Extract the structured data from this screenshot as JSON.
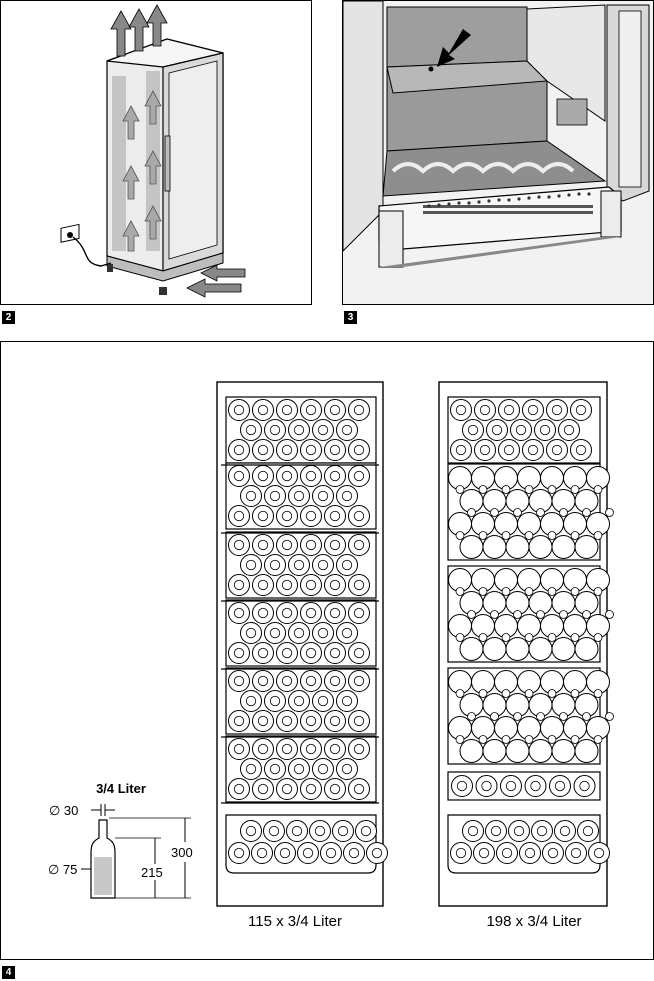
{
  "figures": [
    {
      "number": "2"
    },
    {
      "number": "3"
    },
    {
      "number": "4"
    }
  ],
  "bottle": {
    "title": "3/4 Liter",
    "neck_diameter": "∅ 30",
    "body_diameter": "∅ 75",
    "body_height": "215",
    "total_height": "300"
  },
  "configs": [
    {
      "caption": "115 x 3/4 Liter",
      "style": "small-racks"
    },
    {
      "caption": "198 x 3/4 Liter",
      "style": "mixed-racks"
    }
  ]
}
